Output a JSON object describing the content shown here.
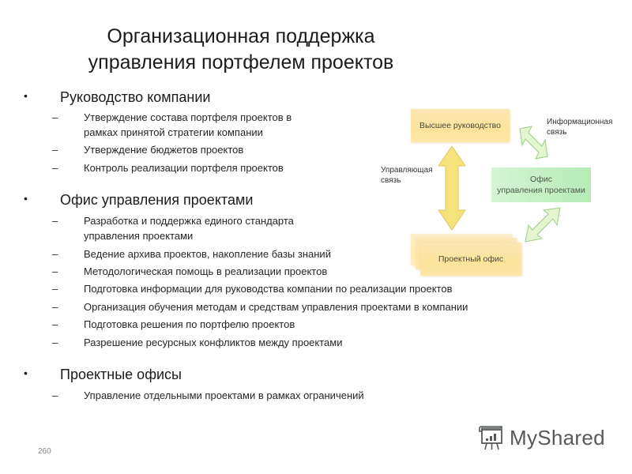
{
  "slide": {
    "title_line1": "Организационная поддержка",
    "title_line2": "управления портфелем проектов",
    "page_number": "260"
  },
  "sections": [
    {
      "heading": "Руководство компании",
      "items": [
        {
          "line1": "Утверждение состава портфеля проектов в",
          "line2": "рамках принятой стратегии компании"
        },
        {
          "line1": "Утверждение бюджетов проектов"
        },
        {
          "line1": "Контроль реализации портфеля проектов"
        }
      ]
    },
    {
      "heading": "Офис управления проектами",
      "items": [
        {
          "line1": "Разработка и поддержка единого стандарта",
          "line2": "управления проектами"
        },
        {
          "line1": "Ведение архива проектов, накопление базы знаний"
        },
        {
          "line1": "Методологическая помощь в реализации проектов"
        },
        {
          "line1": "Подготовка информации для руководства компании по реализации проектов"
        },
        {
          "line1": "Организация обучения методам и средствам управления проектами в компании"
        },
        {
          "line1": "Подготовка решения по портфелю проектов"
        },
        {
          "line1": "Разрешение ресурсных конфликтов между проектами"
        }
      ]
    },
    {
      "heading": "Проектные офисы",
      "items": [
        {
          "line1": "Управление отдельными проектами в рамках ограничений"
        }
      ]
    }
  ],
  "diagram": {
    "top_box": "Высшее руководство",
    "right_box_line1": "Офис",
    "right_box_line2": "управления проектами",
    "bottom_box": "Проектный офис",
    "label_info_line1": "Информационная",
    "label_info_line2": "связь",
    "label_control_line1": "Управляющая",
    "label_control_line2": "связь",
    "colors": {
      "yellow_box": "#fde39c",
      "green_box": "#c5efc5",
      "yellow_arrow": "#f4e27a",
      "green_arrow": "#dff3c8"
    }
  },
  "watermark": {
    "text": "MyShared",
    "icon": "presentation-board-icon"
  }
}
